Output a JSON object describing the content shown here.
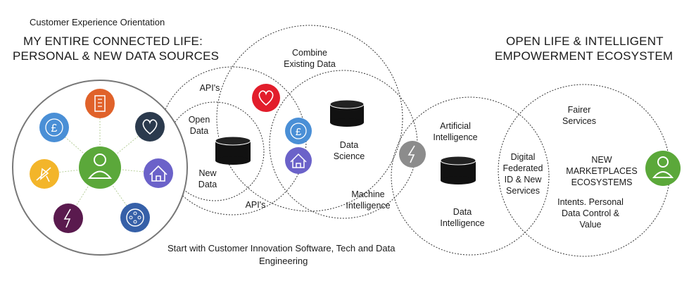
{
  "header": {
    "subtitle": "Customer Experience Orientation",
    "left_title_line1": "MY ENTIRE CONNECTED LIFE:",
    "left_title_line2": "PERSONAL & NEW DATA SOURCES",
    "right_title_line1": "OPEN LIFE  & INTELLIGENT",
    "right_title_line2": "EMPOWERMENT ECOSYSTEM"
  },
  "labels": {
    "combine_line1": "Combine",
    "combine_line2": "Existing Data",
    "apis_top": "API's",
    "apis_bottom": "API's",
    "open_data_line1": "Open",
    "open_data_line2": "Data",
    "new_data_line1": "New",
    "new_data_line2": "Data",
    "data_science_line1": "Data",
    "data_science_line2": "Science",
    "machine_intel_line1": "Machine",
    "machine_intel_line2": "Intelligence",
    "ai_line1": "Artificial",
    "ai_line2": "Intelligence",
    "data_intel_line1": "Data",
    "data_intel_line2": "Intelligence",
    "digital_line1": "Digital",
    "digital_line2": "Federated",
    "digital_line3": "ID & New",
    "digital_line4": "Services",
    "fairer_line1": "Fairer",
    "fairer_line2": "Services",
    "new_mkt_line1": "NEW",
    "new_mkt_line2": "MARKETPLACES",
    "new_mkt_line3": "ECOSYSTEMS",
    "intents_line1": "Intents. Personal",
    "intents_line2": "Data Control &",
    "intents_line3": "Value"
  },
  "footer": {
    "line1": "Start with Customer Innovation Software, Tech and Data",
    "line2": "Engineering"
  },
  "colors": {
    "green": "#5ba83a",
    "blue": "#4a8fd6",
    "orange": "#e0622a",
    "navy": "#2b3a4d",
    "purple": "#6b62c9",
    "yellow": "#f3b52a",
    "maroon": "#5a1a4e",
    "darkblue": "#3660a8",
    "red": "#e21d2b",
    "gray": "#8c8c8c",
    "black": "#111111"
  },
  "icons": [
    "user-icon",
    "pound-icon",
    "building-icon",
    "heart-icon",
    "home-icon",
    "airplane-icon",
    "lightning-icon",
    "film-reel-icon",
    "database-icon"
  ]
}
